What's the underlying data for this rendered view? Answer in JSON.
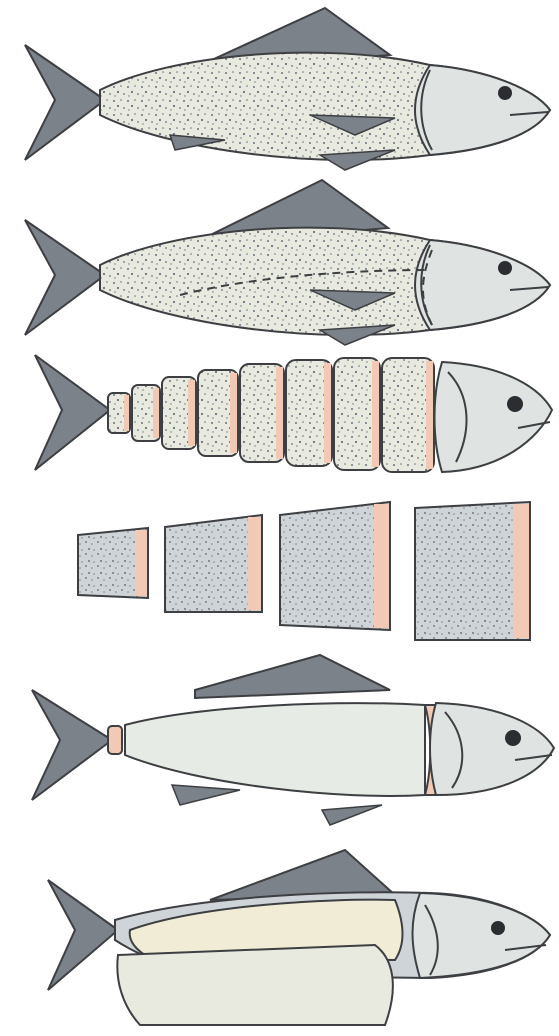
{
  "illustration": {
    "steps": [
      {
        "name": "whole-fish"
      },
      {
        "name": "fish-with-cut-lines"
      },
      {
        "name": "fish-cut-into-steaks"
      },
      {
        "name": "separated-steaks"
      },
      {
        "name": "fish-skinned-and-finned"
      },
      {
        "name": "fish-filleted"
      }
    ]
  },
  "colors": {
    "skin": "#e8eadf",
    "speckle": "#6b7280",
    "fin": "#7b828a",
    "fin_dark": "#5f666d",
    "head": "#dfe3e2",
    "flesh": "#f2c9b4",
    "outline": "#3d3f42",
    "fillet": "#f1ecd6",
    "skinned_body": "#e7ebe6",
    "steak_skin": "#c9ced4"
  }
}
